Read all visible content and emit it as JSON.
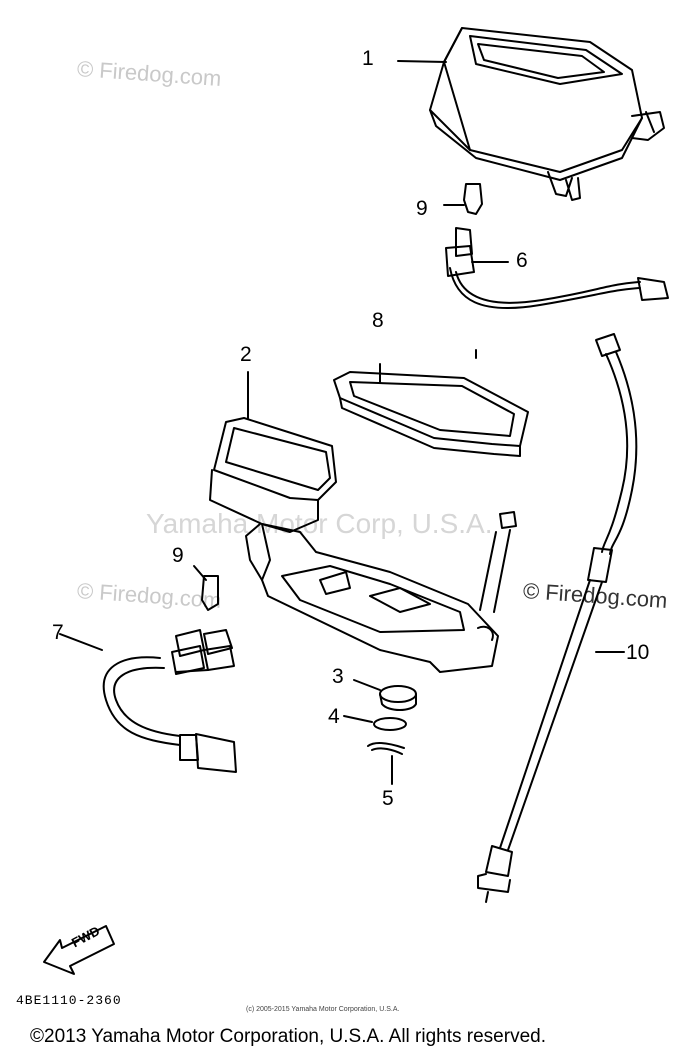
{
  "part_numbers": {
    "p1": "1",
    "p2": "2",
    "p3": "3",
    "p4": "4",
    "p5": "5",
    "p6": "6",
    "p7": "7",
    "p8": "8",
    "p9a": "9",
    "p9b": "9",
    "p10": "10"
  },
  "watermarks": {
    "firedog": "© Firedog.com",
    "yamaha": "Yamaha Motor Corp, U.S.A."
  },
  "fwd_label": "FWD",
  "diagram_code": "4BE1110-2360",
  "small_copyright": "(c) 2005-2015 Yamaha Motor Corporation, U.S.A.",
  "footer_copyright": "©2013 Yamaha Motor Corporation, U.S.A. All rights reserved."
}
